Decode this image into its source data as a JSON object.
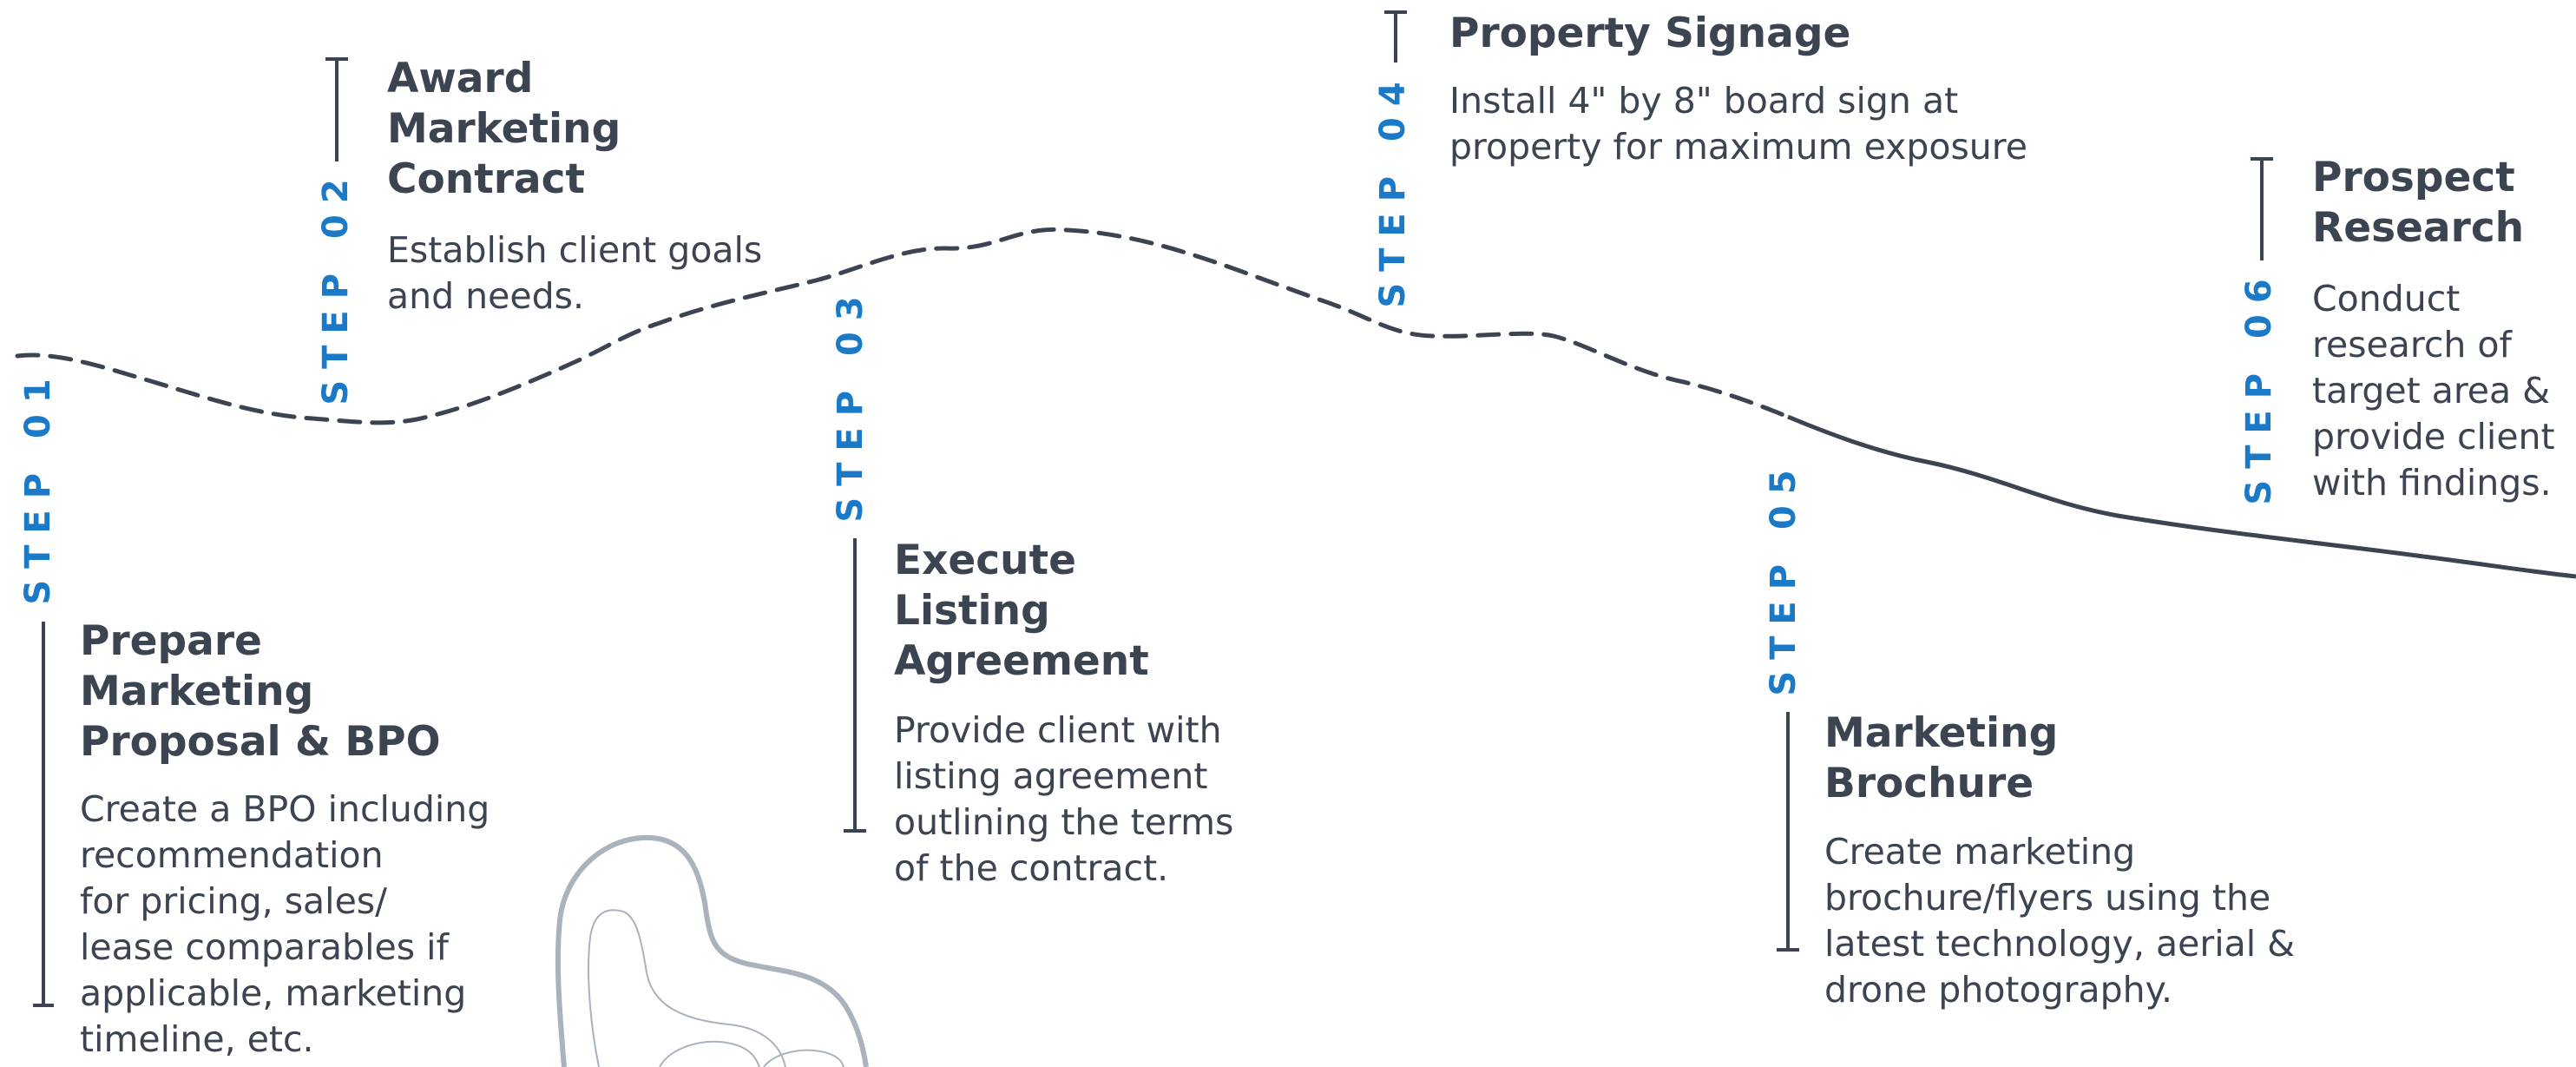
{
  "steps": [
    {
      "label": "STEP 01",
      "title": [
        "Prepare",
        "Marketing",
        "Proposal & BPO"
      ],
      "desc": [
        "Create a BPO including",
        "recommendation",
        "for pricing, sales/",
        "lease comparables if",
        "applicable, marketing",
        "timeline, etc."
      ]
    },
    {
      "label": "STEP 02",
      "title": [
        "Award",
        "Marketing",
        "Contract"
      ],
      "desc": [
        "Establish client goals",
        "and needs."
      ]
    },
    {
      "label": "STEP 03",
      "title": [
        "Execute",
        "Listing",
        "Agreement"
      ],
      "desc": [
        "Provide client with",
        "listing agreement",
        "outlining the terms",
        "of the contract."
      ]
    },
    {
      "label": "STEP 04",
      "title": [
        "Property Signage"
      ],
      "desc": [
        "Install 4\" by 8\" board sign at",
        "property for maximum exposure"
      ]
    },
    {
      "label": "STEP 05",
      "title": [
        "Marketing",
        "Brochure"
      ],
      "desc": [
        "Create marketing",
        "brochure/flyers using the",
        "latest technology, aerial &",
        "drone photography."
      ]
    },
    {
      "label": "STEP 06",
      "title": [
        "Prospect",
        "Research"
      ],
      "desc": [
        "Conduct",
        "research of",
        "target area &",
        "provide client",
        "with findings."
      ]
    }
  ],
  "colors": {
    "accent": "#1a7ac8",
    "text": "#3b4450",
    "path": "#3b4450",
    "topo": "#a9b2bd"
  }
}
